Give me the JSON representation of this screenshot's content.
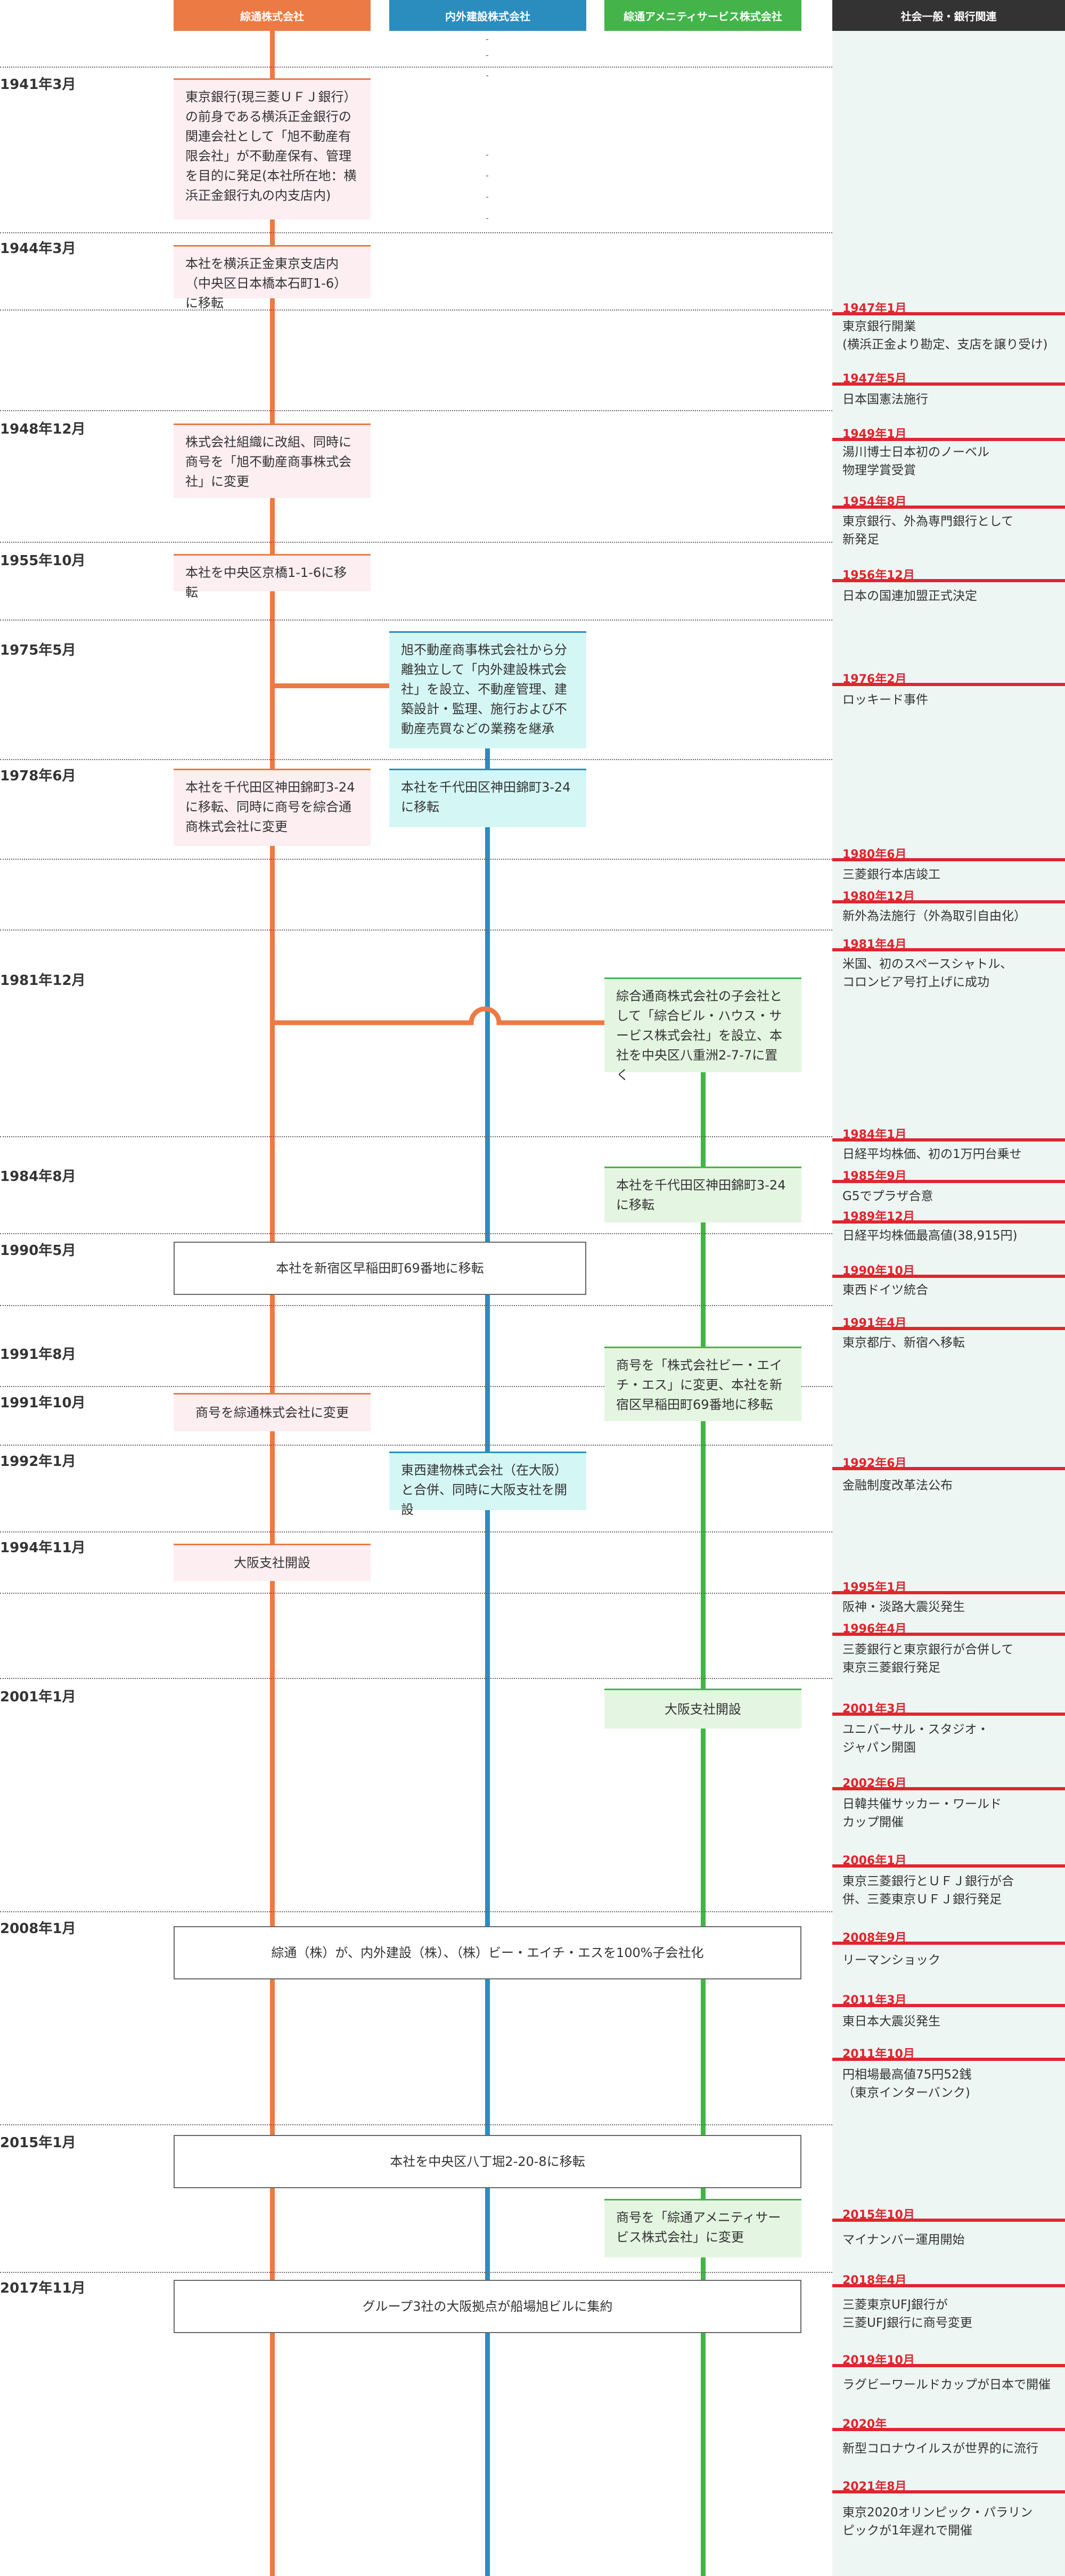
{
  "headers": {
    "col1": "綜通株式会社",
    "col2": "内外建設株式会社",
    "col3": "綜通アメニティサービス株式会社",
    "col4": "社会一般・銀行関連"
  },
  "colors": {
    "orange": "#ec7a44",
    "blue": "#2a8dbe",
    "green": "#44b44a",
    "black": "#333333",
    "red": "#e0252e"
  },
  "dates": [
    "1941年3月",
    "1944年3月",
    "1948年12月",
    "1955年10月",
    "1975年5月",
    "1978年6月",
    "1981年12月",
    "1984年8月",
    "1990年5月",
    "1991年8月",
    "1991年10月",
    "1992年1月",
    "1994年11月",
    "2001年1月",
    "2008年1月",
    "2015年1月",
    "2017年11月"
  ],
  "boxes": {
    "b1941": "東京銀行(現三菱ＵＦＪ銀行）の前身である横浜正金銀行の関連会社として「旭不動産有限会社」が不動産保有、管理を目的に発足(本社所在地：横浜正金銀行丸の内支店内)",
    "b1944": "本社を横浜正金東京支店内（中央区日本橋本石町1-6）に移転",
    "b1948": "株式会社組織に改組、同時に商号を「旭不動産商事株式会社」に変更",
    "b1955": "本社を中央区京橋1-1-6に移転",
    "b1975": "旭不動産商事株式会社から分離独立して「内外建設株式会社」を設立、不動産管理、建築設計・監理、施行および不動産売買などの業務を継承",
    "b1978a": "本社を千代田区神田錦町3-24に移転、同時に商号を綜合通商株式会社に変更",
    "b1978b": "本社を千代田区神田錦町3-24に移転",
    "b1981": "綜合通商株式会社の子会社として「綜合ビル・ハウス・サービス株式会社」を設立、本社を中央区八重洲2-7-7に置く",
    "b1984": "本社を千代田区神田錦町3-24に移転",
    "b1990": "本社を新宿区早稲田町69番地に移転",
    "b1991a": "商号を「株式会社ビー・エイチ・エス」に変更、本社を新宿区早稲田町69番地に移転",
    "b1991b": "商号を綜通株式会社に変更",
    "b1992": "東西建物株式会社（在大阪）と合併、同時に大阪支社を開設",
    "b1994": "大阪支社開設",
    "b2001": "大阪支社開設",
    "b2008": "綜通（株）が、内外建設（株）、（株）ビー・エイチ・エスを100%子会社化",
    "b2015a": "本社を中央区八丁堀2-20-8に移転",
    "b2015b": "商号を「綜通アメニティサービス株式会社」に変更",
    "b2017": "グループ3社の大阪拠点が船場旭ビルに集約"
  },
  "events": [
    {
      "date": "1947年1月",
      "text": "東京銀行開業\n(横浜正金より勘定、支店を譲り受け)"
    },
    {
      "date": "1947年5月",
      "text": "日本国憲法施行"
    },
    {
      "date": "1949年1月",
      "text": "湯川博士日本初のノーベル\n物理学賞受賞"
    },
    {
      "date": "1954年8月",
      "text": "東京銀行、外為専門銀行として\n新発足"
    },
    {
      "date": "1956年12月",
      "text": "日本の国連加盟正式決定"
    },
    {
      "date": "1976年2月",
      "text": "ロッキード事件"
    },
    {
      "date": "1980年6月",
      "text": "三菱銀行本店竣工"
    },
    {
      "date": "1980年12月",
      "text": "新外為法施行（外為取引自由化）"
    },
    {
      "date": "1981年4月",
      "text": "米国、初のスペースシャトル、\nコロンビア号打上げに成功"
    },
    {
      "date": "1984年1月",
      "text": "日経平均株価、初の1万円台乗せ"
    },
    {
      "date": "1985年9月",
      "text": "G5でプラザ合意"
    },
    {
      "date": "1989年12月",
      "text": "日経平均株価最高値(38,915円)"
    },
    {
      "date": "1990年10月",
      "text": "東西ドイツ統合"
    },
    {
      "date": "1991年4月",
      "text": "東京都庁、新宿へ移転"
    },
    {
      "date": "1992年6月",
      "text": "金融制度改革法公布"
    },
    {
      "date": "1995年1月",
      "text": "阪神・淡路大震災発生"
    },
    {
      "date": "1996年4月",
      "text": "三菱銀行と東京銀行が合併して\n東京三菱銀行発足"
    },
    {
      "date": "2001年3月",
      "text": "ユニバーサル・スタジオ・\nジャパン開園"
    },
    {
      "date": "2002年6月",
      "text": "日韓共催サッカー・ワールド\nカップ開催"
    },
    {
      "date": "2006年1月",
      "text": "東京三菱銀行とＵＦＪ銀行が合\n併、三菱東京ＵＦＪ銀行発足"
    },
    {
      "date": "2008年9月",
      "text": "リーマンショック"
    },
    {
      "date": "2011年3月",
      "text": "東日本大震災発生"
    },
    {
      "date": "2011年10月",
      "text": "円相場最高値75円52銭\n（東京インターバンク)"
    },
    {
      "date": "2015年10月",
      "text": "マイナンバー運用開始"
    },
    {
      "date": "2018年4月",
      "text": "三菱東京UFJ銀行が\n三菱UFJ銀行に商号変更"
    },
    {
      "date": "2019年10月",
      "text": "ラグビーワールドカップが日本で開催"
    },
    {
      "date": "2020年",
      "text": "新型コロナウイルスが世界的に流行"
    },
    {
      "date": "2021年8月",
      "text": "東京2020オリンピック・パラリン\nピックが1年遅れで開催"
    }
  ]
}
